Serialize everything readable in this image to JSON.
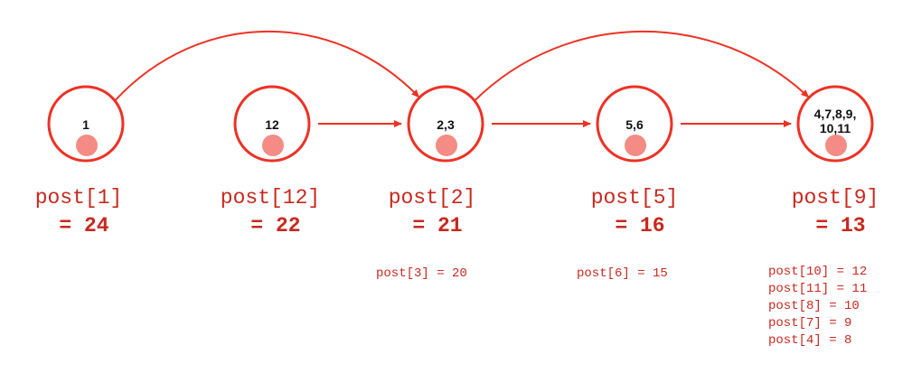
{
  "colors": {
    "stroke": "#ee3124",
    "dot": "#f48b84",
    "text_red": "#c8281e",
    "node_text": "#111111"
  },
  "nodes": [
    {
      "id": "n1",
      "label_lines": [
        "1"
      ],
      "post_label": "post[1]",
      "post_value": "= 24",
      "notes": []
    },
    {
      "id": "n12",
      "label_lines": [
        "12"
      ],
      "post_label": "post[12]",
      "post_value": "= 22",
      "notes": []
    },
    {
      "id": "n23",
      "label_lines": [
        "2,3"
      ],
      "post_label": "post[2]",
      "post_value": "= 21",
      "notes": [
        "post[3] = 20"
      ]
    },
    {
      "id": "n56",
      "label_lines": [
        "5,6"
      ],
      "post_label": "post[5]",
      "post_value": "= 16",
      "notes": [
        "post[6] = 15"
      ]
    },
    {
      "id": "n9",
      "label_lines": [
        "4,7,8,9,",
        "10,11"
      ],
      "post_label": "post[9]",
      "post_value": "= 13",
      "notes": [
        "post[10] = 12",
        "post[11] = 11",
        "post[8] = 10",
        "post[7] = 9",
        "post[4] = 8"
      ]
    }
  ],
  "edges": [
    {
      "from": "n12",
      "to": "n23",
      "kind": "straight"
    },
    {
      "from": "n23",
      "to": "n56",
      "kind": "straight"
    },
    {
      "from": "n56",
      "to": "n9",
      "kind": "straight"
    },
    {
      "from": "n1",
      "to": "n23",
      "kind": "arc"
    },
    {
      "from": "n23",
      "to": "n9",
      "kind": "arc"
    }
  ]
}
